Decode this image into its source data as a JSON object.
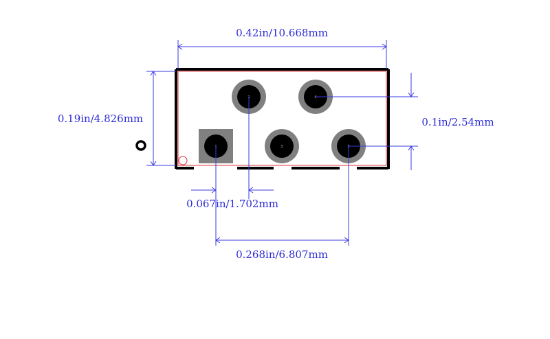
{
  "dimensions": {
    "width_label": "0.42in/10.668mm",
    "height_label": "0.19in/4.826mm",
    "row_pitch_label": "0.1in/2.54mm",
    "pin_offset_label": "0.067in/1.702mm",
    "span_label": "0.268in/6.807mm"
  },
  "pads": [
    {
      "number": "1",
      "shape": "square"
    },
    {
      "number": "2",
      "shape": "round"
    },
    {
      "number": "3",
      "shape": "round"
    },
    {
      "number": "4",
      "shape": "round"
    },
    {
      "number": "5",
      "shape": "round"
    }
  ],
  "colors": {
    "dimension": "#3a3ae0",
    "outline": "#000000",
    "courtyard": "#e0303a",
    "pad_ring": "#808080",
    "pad_hole": "#000000"
  }
}
